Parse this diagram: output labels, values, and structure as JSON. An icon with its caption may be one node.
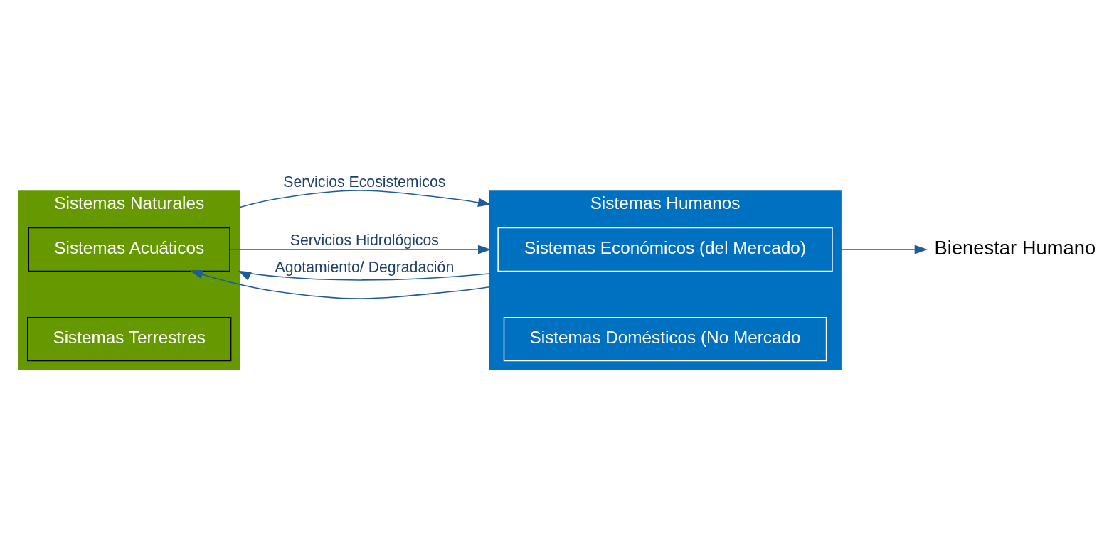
{
  "diagram": {
    "nodes": [
      {
        "text": [
          "Sistemas Naturales"
        ]
      },
      {
        "text": [
          "Sistemas Acuáticos"
        ],
        "in": 0
      },
      {
        "text": [
          "Sistemas Terrestres"
        ],
        "in": 0
      },
      {
        "text": [
          "Sistemas Humanos"
        ]
      },
      {
        "text": [
          "Sistemas Económicos (del Mercado)"
        ],
        "in": 3
      },
      {
        "text": [
          "Sistemas Domésticos (No Mercado"
        ],
        "in": 3
      },
      {
        "text": [
          "Bienestar Humano"
        ]
      }
    ],
    "edges": [
      {
        "from": 0,
        "to": 3,
        "arrow": "to",
        "label": "Servicios Ecosistemicos"
      },
      {
        "from": 1,
        "to": 3,
        "arrow": "to",
        "label": "Servicios Hidrológicos"
      },
      {
        "from": 3,
        "to": 0,
        "arrow": "to",
        "label": "Agotamiento/ Degradación"
      },
      {
        "from": 3,
        "to": 1,
        "arrow": "to"
      },
      {
        "from": 3,
        "to": 6,
        "arrow": "to"
      }
    ]
  }
}
